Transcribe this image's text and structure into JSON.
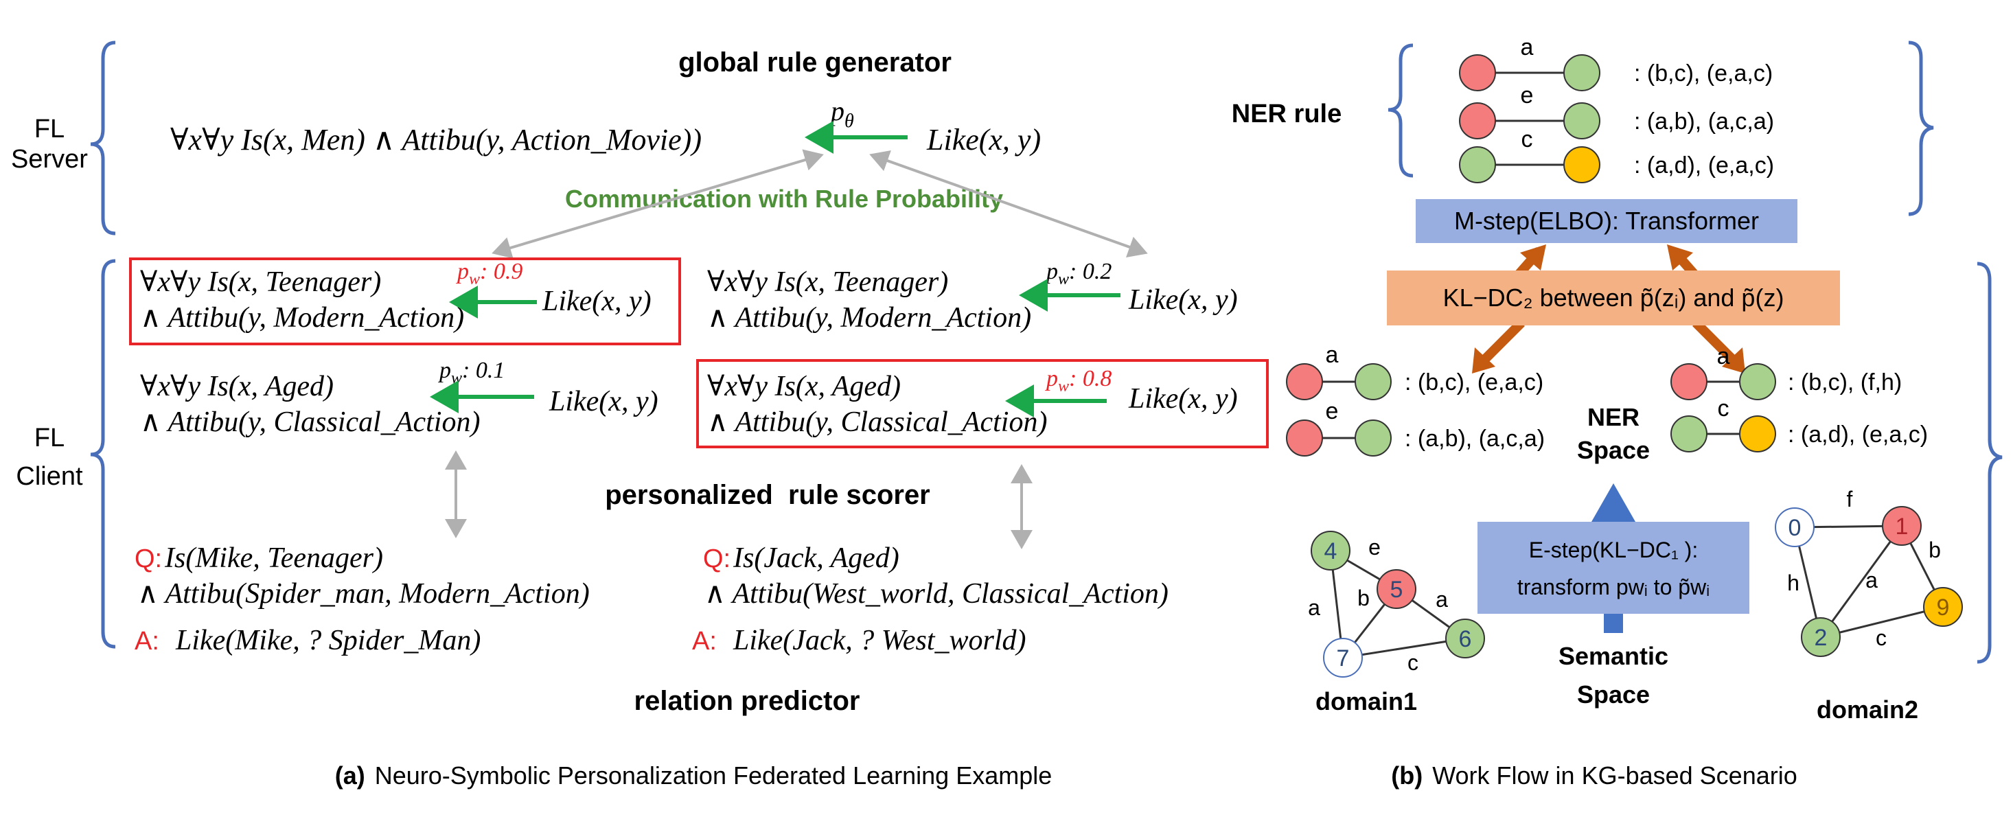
{
  "panel_a": {
    "server_label": [
      "FL",
      "Server"
    ],
    "client_label": [
      "FL",
      "Client"
    ],
    "global_rule_generator": "global rule generator",
    "p_theta": "p",
    "p_theta_sub": "θ",
    "global_rule_body": "∀x∀y Is(x, Men) ∧ Attibu(y, Action_Movie))",
    "global_rule_head": "Like(x, y)",
    "communication": "Communication with Rule Probability",
    "rules": [
      {
        "line1": "∀x∀y Is(x, Teenager)",
        "line2": "∧ Attibu(y, Modern_Action)",
        "head": "Like(x, y)",
        "pw": "p",
        "pw_sub": "w",
        "prob": ": 0.9",
        "highlight": true
      },
      {
        "line1": "∀x∀y Is(x, Teenager)",
        "line2": "∧ Attibu(y, Modern_Action)",
        "head": "Like(x, y)",
        "pw": "p",
        "pw_sub": "w",
        "prob": ": 0.2",
        "highlight": false
      },
      {
        "line1": "∀x∀y Is(x, Aged)",
        "line2": "∧ Attibu(y, Classical_Action)",
        "head": "Like(x, y)",
        "pw": "p",
        "pw_sub": "w",
        "prob": ": 0.1",
        "highlight": false
      },
      {
        "line1": "∀x∀y Is(x, Aged)",
        "line2": "∧ Attibu(y, Classical_Action)",
        "head": "Like(x, y)",
        "pw": "p",
        "pw_sub": "w",
        "prob": ": 0.8",
        "highlight": true
      }
    ],
    "personalized_rule_scorer": "personalized  rule scorer",
    "queries": [
      {
        "q_label": "Q:",
        "q_line1": "Is(Mike, Teenager)",
        "q_line2": "∧ Attibu(Spider_man, Modern_Action)",
        "a_label": "A:",
        "answer": "Like(Mike, ? Spider_Man)"
      },
      {
        "q_label": "Q:",
        "q_line1": "Is(Jack, Aged)",
        "q_line2": "∧ Attibu(West_world, Classical_Action)",
        "a_label": "A:",
        "answer": "Like(Jack, ? West_world)"
      }
    ],
    "relation_predictor": "relation predictor",
    "caption_bold": "(a)",
    "caption": "Neuro-Symbolic Personalization Federated Learning Example"
  },
  "panel_b": {
    "ner_rule": "NER rule",
    "top_rules": [
      {
        "edge": "a",
        "text": ": (b,c), (e,a,c)"
      },
      {
        "edge": "e",
        "text": ": (a,b), (a,c,a)"
      },
      {
        "edge": "c",
        "text": ": (a,d), (e,a,c)"
      }
    ],
    "m_step": "M-step(ELBO): Transformer",
    "kl_dc2": "KL−DC₂ between p̃(zᵢ) and p̃(z)",
    "left_rules": [
      {
        "edge": "a",
        "text": ": (b,c), (e,a,c)"
      },
      {
        "edge": "e",
        "text": ": (a,b), (a,c,a)"
      }
    ],
    "right_rules": [
      {
        "edge": "a",
        "text": ": (b,c), (f,h)"
      },
      {
        "edge": "c",
        "text": ": (a,d), (e,a,c)"
      }
    ],
    "ner_space": [
      "NER",
      "Space"
    ],
    "e_step": [
      "E-step(KL−DC₁ ):",
      "transform pwᵢ to p̃wᵢ"
    ],
    "semantic_space": [
      "Semantic",
      "Space"
    ],
    "domain1": {
      "title": "domain1",
      "nodes": [
        "4",
        "5",
        "6",
        "7"
      ],
      "edges": [
        "e",
        "a",
        "b",
        "a",
        "c"
      ]
    },
    "domain2": {
      "title": "domain2",
      "nodes": [
        "0",
        "1",
        "2",
        "9"
      ],
      "edges": [
        "f",
        "h",
        "a",
        "b",
        "c"
      ]
    },
    "caption_bold": "(b)",
    "caption": "Work Flow in KG-based Scenario"
  },
  "colors": {
    "brace_blue": "#4a6fb8",
    "green_arrow": "#1aa84a",
    "gray_arrow": "#b0b0b0",
    "red_box": "#e8262a",
    "blue_box": "#98aee0",
    "orange_box": "#f4b183",
    "orange_arrow": "#c55a11",
    "node_red": "#f47c7c",
    "node_green": "#a9d18e",
    "node_yellow": "#ffc000",
    "node_blue_arrow": "#4472c4"
  }
}
